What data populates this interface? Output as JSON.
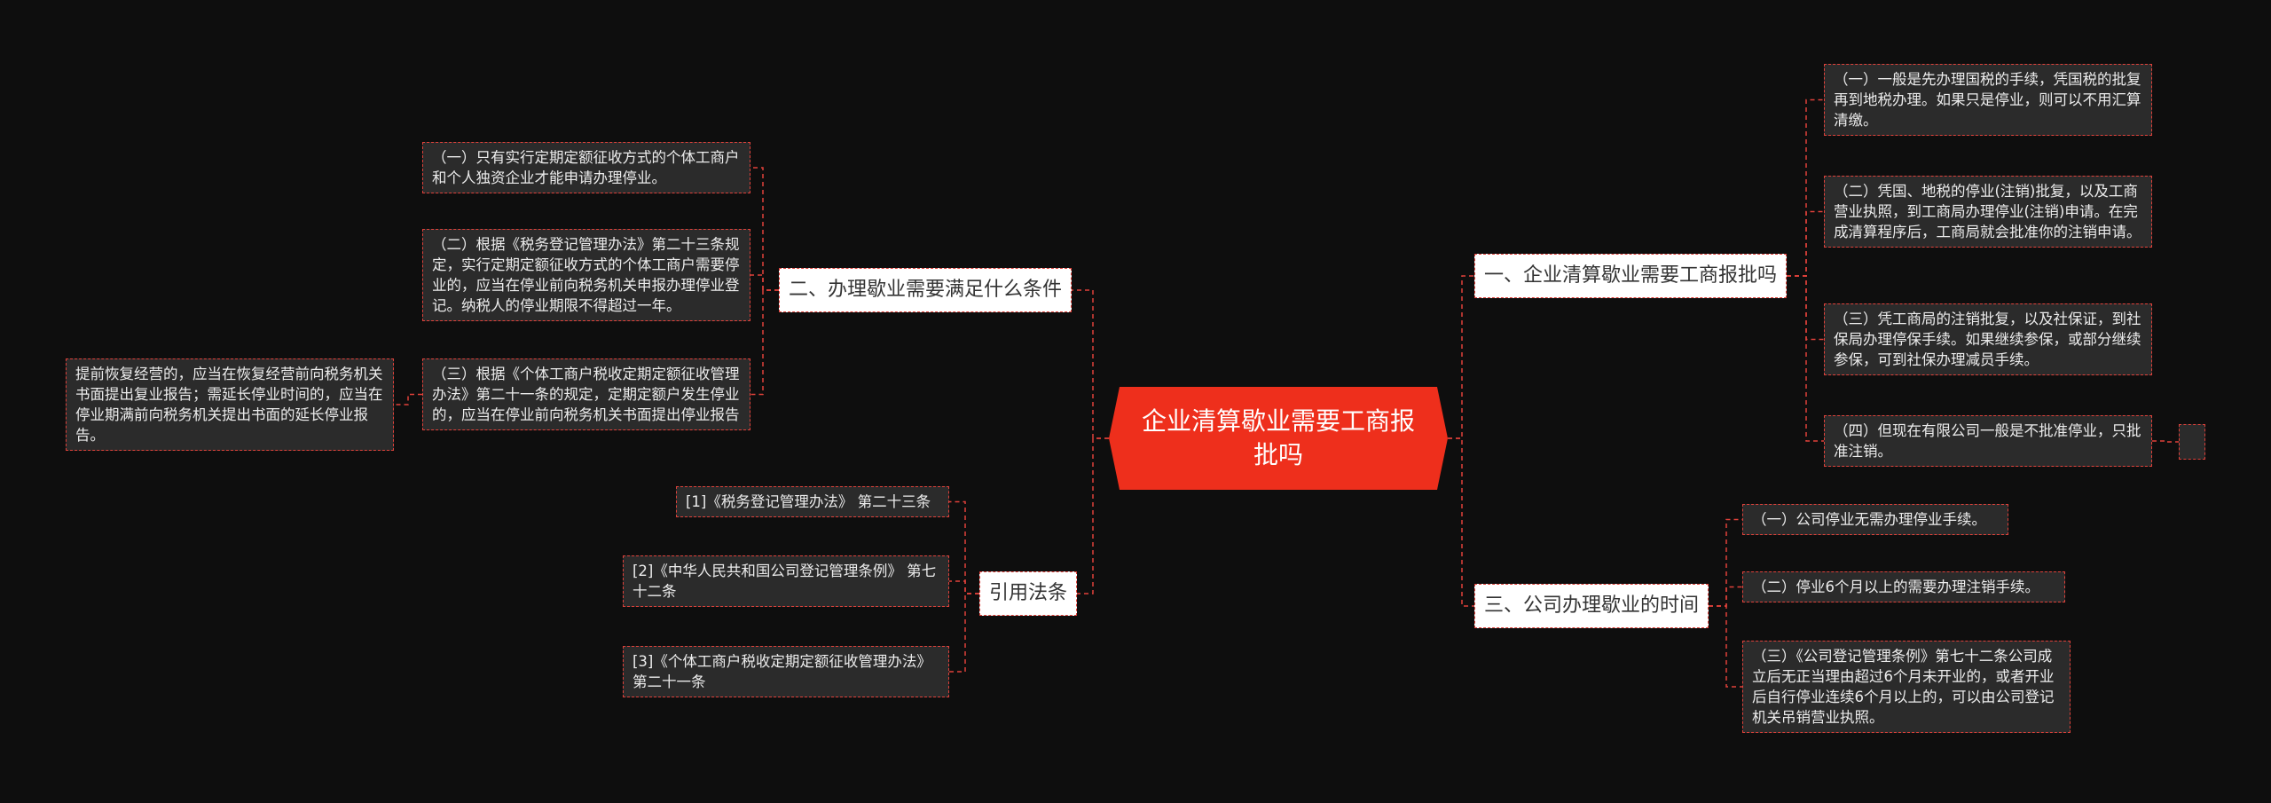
{
  "center": {
    "title": "企业清算歇业需要工商报批吗"
  },
  "colors": {
    "background": "#0e0e0e",
    "center": "#ee2f1c",
    "line": "#e0413a",
    "leaf_bg": "#2b2b2b",
    "branch_bg": "#ffffff"
  },
  "branches": {
    "b1": {
      "label": "一、企业清算歇业需要工商报批吗",
      "items": [
        "（一）一般是先办理国税的手续，凭国税的批复再到地税办理。如果只是停业，则可以不用汇算清缴。",
        "（二）凭国、地税的停业(注销)批复，以及工商营业执照，到工商局办理停业(注销)申请。在完成清算程序后，工商局就会批准你的注销申请。",
        "（三）凭工商局的注销批复，以及社保证，到社保局办理停保手续。如果继续参保，或部分继续参保，可到社保办理减员手续。",
        "（四）但现在有限公司一般是不批准停业，只批准注销。"
      ]
    },
    "b2": {
      "label": "二、办理歇业需要满足什么条件",
      "items": [
        "（一）只有实行定期定额征收方式的个体工商户和个人独资企业才能申请办理停业。",
        "（二）根据《税务登记管理办法》第二十三条规定，实行定期定额征收方式的个体工商户需要停业的，应当在停业前向税务机关申报办理停业登记。纳税人的停业期限不得超过一年。",
        "（三）根据《个体工商户税收定期定额征收管理办法》第二十一条的规定，定期定额户发生停业的，应当在停业前向税务机关书面提出停业报告"
      ],
      "sub": "提前恢复经营的，应当在恢复经营前向税务机关书面提出复业报告；需延长停业时间的，应当在停业期满前向税务机关提出书面的延长停业报告。"
    },
    "b3": {
      "label": "三、公司办理歇业的时间",
      "items": [
        "（一）公司停业无需办理停业手续。",
        "（二）停业6个月以上的需要办理注销手续。",
        "（三）《公司登记管理条例》第七十二条公司成立后无正当理由超过6个月未开业的，或者开业后自行停业连续6个月以上的，可以由公司登记机关吊销营业执照。"
      ]
    },
    "b4": {
      "label": "引用法条",
      "items": [
        "[1]《税务登记管理办法》 第二十三条",
        "[2]《中华人民共和国公司登记管理条例》 第七十二条",
        "[3]《个体工商户税收定期定额征收管理办法》 第二十一条"
      ]
    }
  }
}
